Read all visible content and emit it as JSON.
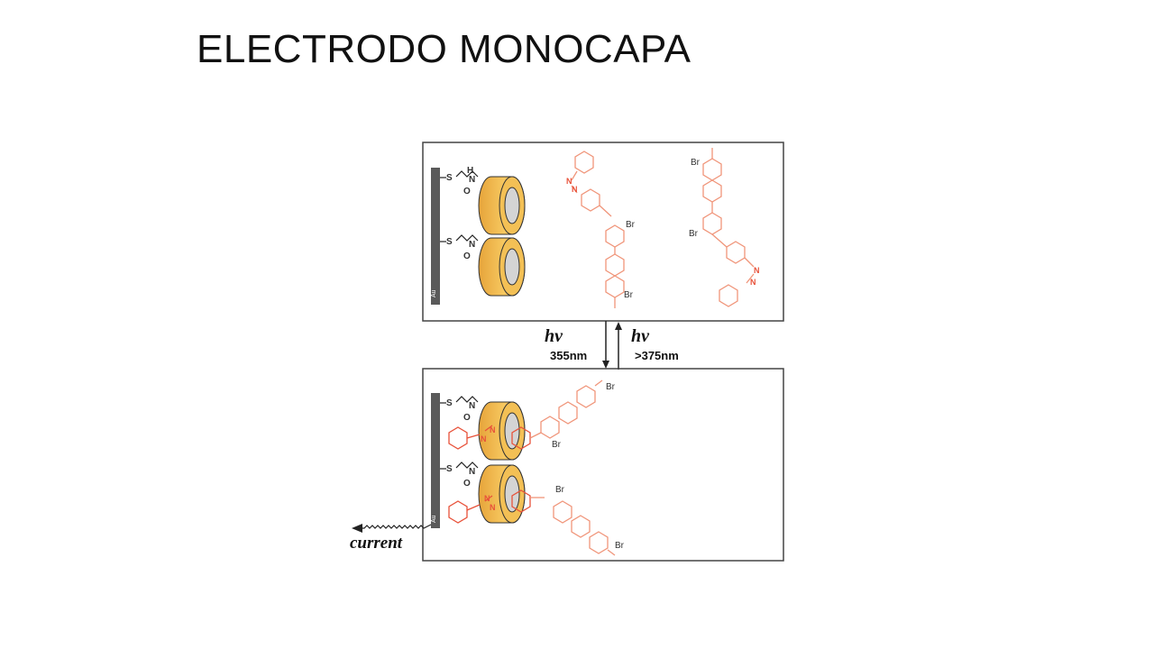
{
  "slide": {
    "title": "ELECTRODO MONOCAPA"
  },
  "diagram": {
    "forward_light": "hν",
    "forward_wavelength": "355nm",
    "reverse_light": "hν",
    "reverse_wavelength": ">375nm",
    "current_label": "current",
    "electrode_label": "Au",
    "counterion": "Br",
    "colors": {
      "cyclodextrin_outer": "#f2b84a",
      "cyclodextrin_inner": "#cfcfcf",
      "guest_molecule": "#f0957a",
      "azo_highlight": "#e8523a",
      "electrode": "#555555"
    }
  }
}
